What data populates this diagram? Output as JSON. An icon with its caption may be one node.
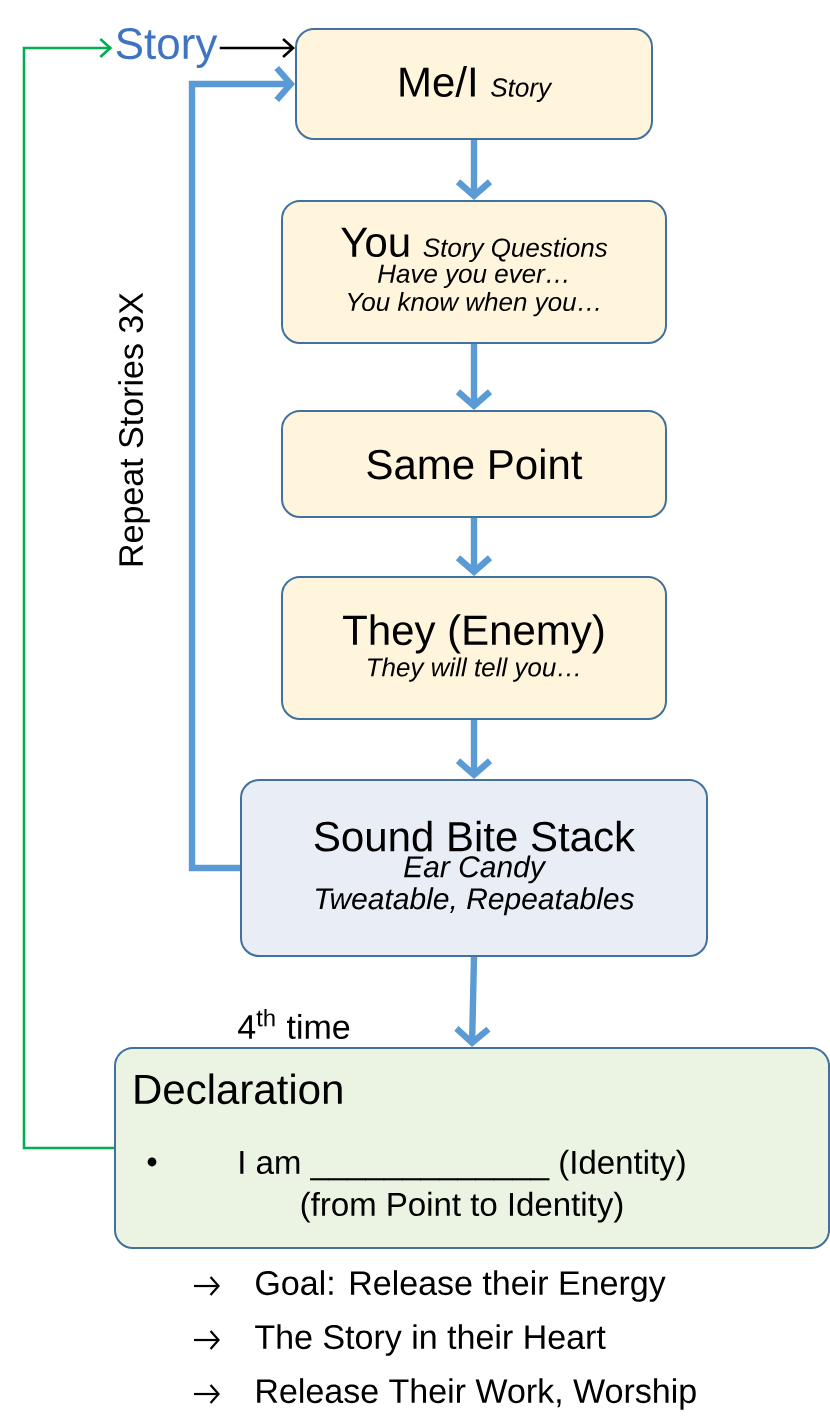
{
  "diagram": {
    "nodes": [
      {
        "text": [
          "Story"
        ]
      },
      {
        "text": [
          "Me/I",
          "Story"
        ]
      },
      {
        "text": [
          "You",
          "Story Questions",
          "Have you ever…",
          "You know when you…"
        ]
      },
      {
        "text": [
          "Same Point"
        ]
      },
      {
        "text": [
          "They (Enemy)",
          "They will tell you…"
        ]
      },
      {
        "text": [
          "Sound Bite Stack",
          "Ear Candy",
          "Tweatable, Repeatables"
        ]
      },
      {
        "text": [
          "Declaration",
          "I am _____________ (Identity) (from Point to Identity)"
        ]
      }
    ],
    "edges": [
      {
        "from": 0,
        "to": 1,
        "arrow": "to",
        "color": "#000000"
      },
      {
        "from": 1,
        "to": 2,
        "arrow": "to"
      },
      {
        "from": 2,
        "to": 3,
        "arrow": "to"
      },
      {
        "from": 3,
        "to": 4,
        "arrow": "to"
      },
      {
        "from": 4,
        "to": 5,
        "arrow": "to"
      },
      {
        "from": 5,
        "to": 6,
        "arrow": "to",
        "label": "4$^{th}$ time"
      },
      {
        "from": 5,
        "to": 1,
        "arrow": "to",
        "label": "Repeat Stories 3X"
      },
      {
        "from": 6,
        "to": 0,
        "arrow": "to",
        "color": "#00b050"
      }
    ],
    "labels": [
      "Goal: Release their Energy",
      "The Story in their Heart",
      "Release Their Work, Worship"
    ]
  }
}
